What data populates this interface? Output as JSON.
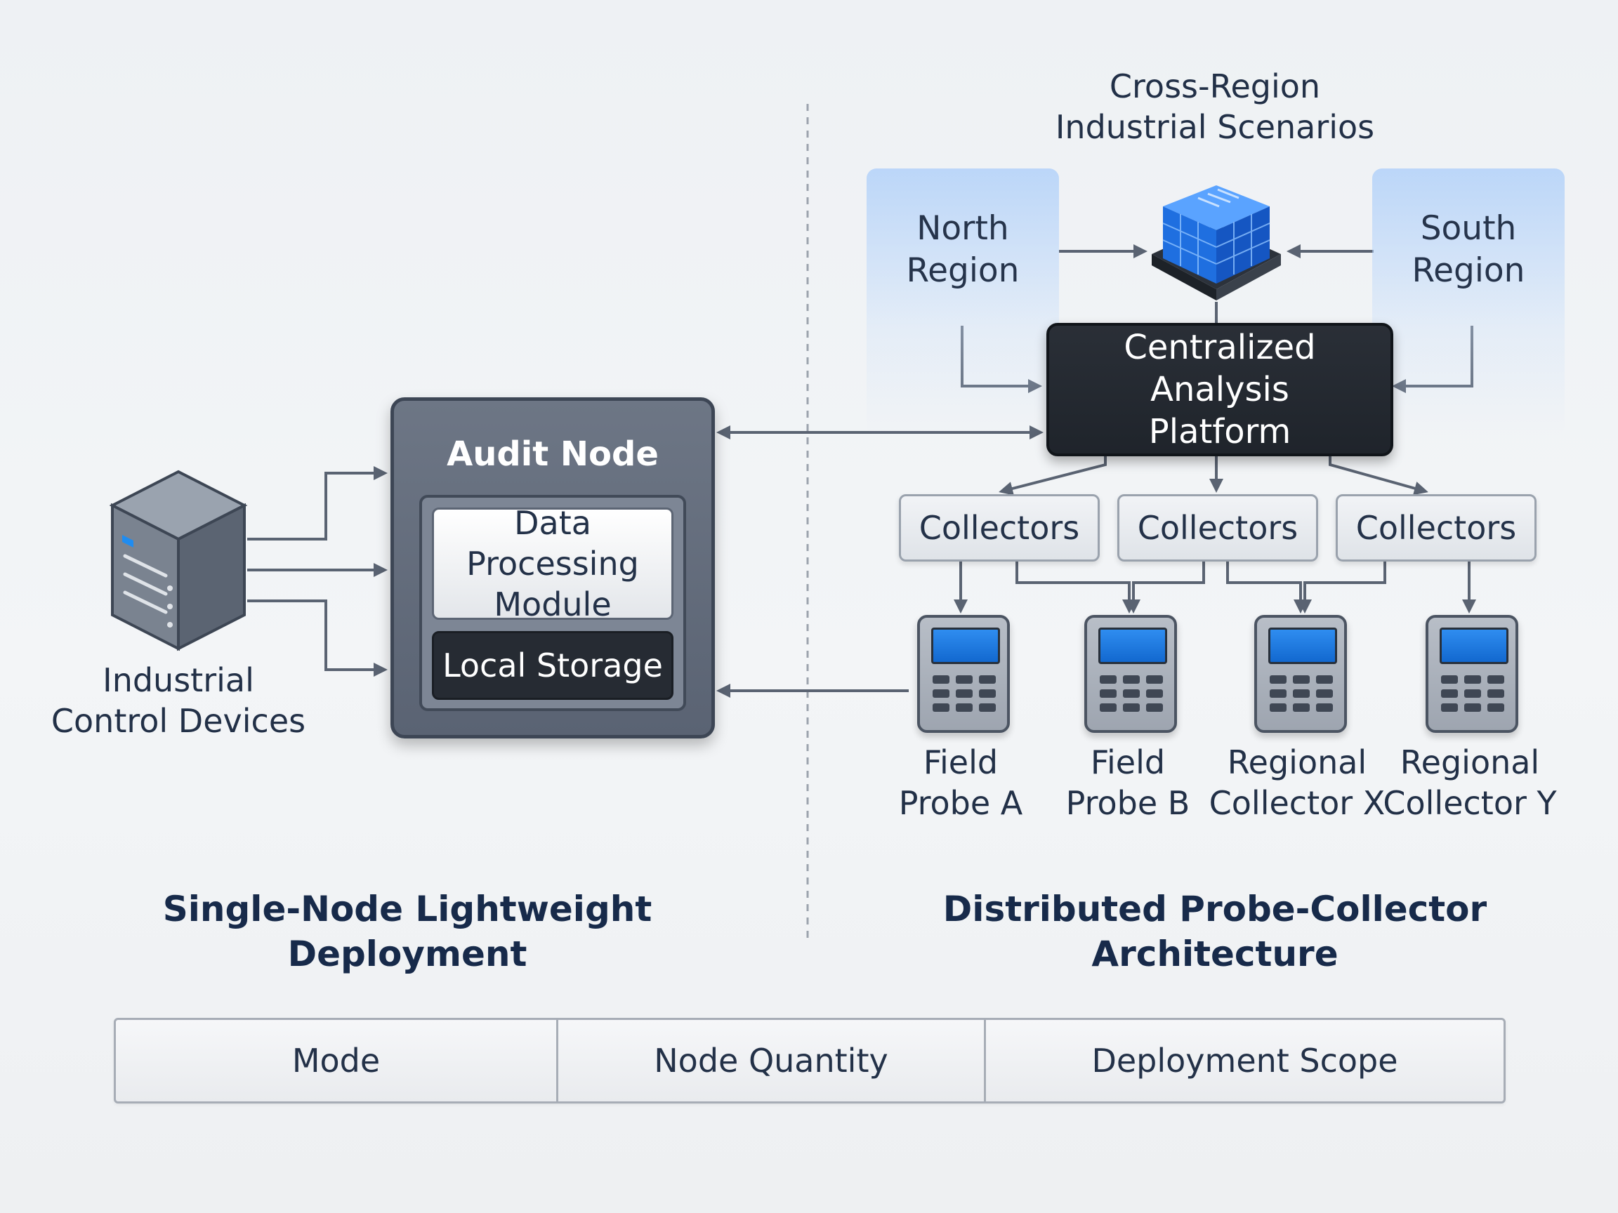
{
  "cross_region_label": "Cross-Region\nIndustrial Scenarios",
  "regions": {
    "north": "North\nRegion",
    "south": "South\nRegion"
  },
  "platform_label": "Centralized Analysis\nPlatform",
  "audit_node": {
    "title": "Audit Node",
    "data_processing": "Data Processing\nModule",
    "local_storage": "Local Storage"
  },
  "industrial_devices_label": "Industrial\nControl Devices",
  "collectors": [
    "Collectors",
    "Collectors",
    "Collectors"
  ],
  "probes": [
    "Field\nProbe A",
    "Field\nProbe B",
    "Regional\nCollector X",
    "Regional\nCollector Y"
  ],
  "sections": {
    "left": "Single-Node Lightweight\nDeployment",
    "right": "Distributed Probe-Collector\nArchitecture"
  },
  "table_headers": [
    "Mode",
    "Node Quantity",
    "Deployment Scope"
  ],
  "colors": {
    "accent_blue": "#1f6fe0",
    "dark_node": "#1f242b",
    "connector": "#5a6372"
  }
}
